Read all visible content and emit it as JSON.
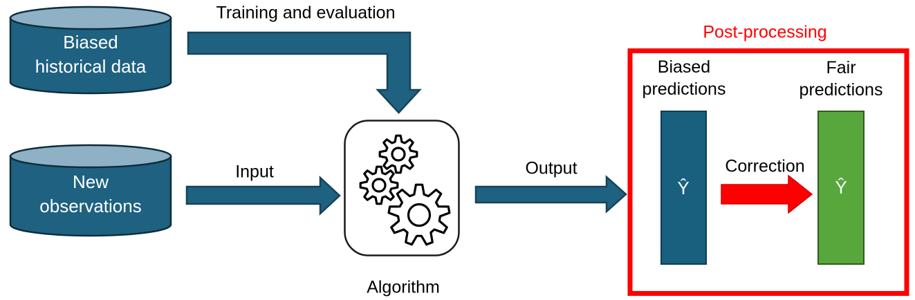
{
  "colors": {
    "teal": "#1E6181",
    "teal_stroke": "#16435A",
    "cylinder_top": "#8FB1C6",
    "bar_blue": "#19607F",
    "bar_green": "#57A73C",
    "red": "#FF0000"
  },
  "datastores": {
    "biased_historical": {
      "line1": "Biased",
      "line2": "historical data"
    },
    "new_observations": {
      "line1": "New",
      "line2": "observations"
    }
  },
  "flows": {
    "training": {
      "label": "Training and evaluation"
    },
    "input": {
      "label": "Input"
    },
    "output": {
      "label": "Output"
    },
    "correction": {
      "label": "Correction"
    }
  },
  "algorithm": {
    "label": "Algorithm"
  },
  "post_processing": {
    "title": "Post-processing",
    "biased_predictions": {
      "line1": "Biased",
      "line2": "predictions",
      "symbol": "Ŷ"
    },
    "fair_predictions": {
      "line1": "Fair",
      "line2": "predictions",
      "symbol": "Ŷ"
    }
  }
}
